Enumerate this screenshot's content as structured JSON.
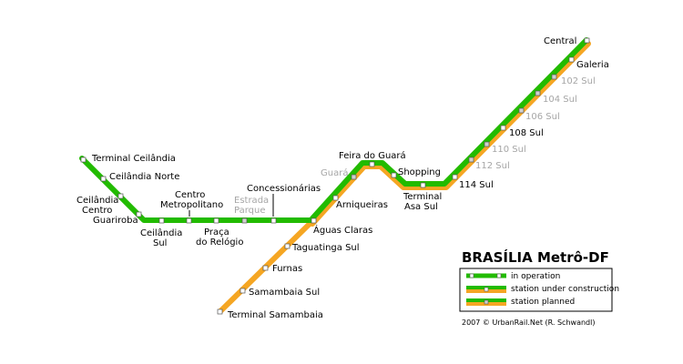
{
  "map": {
    "title": "BRASÍLIA Metrô-DF",
    "credit": "2007 © UrbanRail.Net (R. Schwandl)",
    "colors": {
      "operation": "#22bb00",
      "construction": "#f5a623",
      "station_fill": "#ffffff",
      "station_planned": "#d0d0d0",
      "planned_label": "#a6a6a6"
    }
  },
  "legend": {
    "items": [
      {
        "label": "in operation",
        "kind": "operation"
      },
      {
        "label": "station under construction",
        "kind": "construction"
      },
      {
        "label": "station planned",
        "kind": "planned"
      }
    ]
  },
  "stations": {
    "terminal_ceilandia": "Terminal Ceilândia",
    "ceilandia_norte": "Ceilândia Norte",
    "ceilandia_centro_1": "Ceilândia",
    "ceilandia_centro_2": "Centro",
    "guariroba": "Guariroba",
    "ceilandia_sul_1": "Ceilândia",
    "ceilandia_sul_2": "Sul",
    "centro_metropolitano_1": "Centro",
    "centro_metropolitano_2": "Metropolitano",
    "praca_relogio_1": "Praça",
    "praca_relogio_2": "do Relógio",
    "estrada_parque_1": "Estrada",
    "estrada_parque_2": "Parque",
    "concessionarias": "Concessionárias",
    "aguas_claras": "Águas Claras",
    "taguatinga_sul": "Taguatinga Sul",
    "furnas": "Furnas",
    "samambaia_sul": "Samambaia Sul",
    "terminal_samambaia": "Terminal Samambaia",
    "arniqueiras": "Arniqueiras",
    "guara": "Guará",
    "feira_guara": "Feira do Guará",
    "shopping": "Shopping",
    "terminal_asa_sul_1": "Terminal",
    "terminal_asa_sul_2": "Asa Sul",
    "s114": "114 Sul",
    "s112": "112 Sul",
    "s110": "110 Sul",
    "s108": "108 Sul",
    "s106": "106 Sul",
    "s104": "104 Sul",
    "s102": "102 Sul",
    "galeria": "Galeria",
    "central": "Central"
  }
}
